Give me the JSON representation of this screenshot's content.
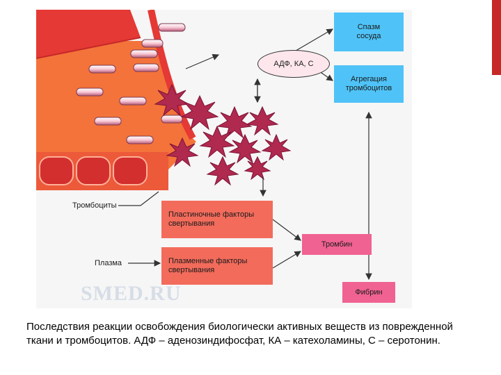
{
  "diagram": {
    "boxes": {
      "spasm": "Спазм\nсосуда",
      "aggregation": "Агрегация\nтромбоцитов",
      "plastic": "Пластиночные факторы\nсвертывания",
      "plasma_factors": "Плазменные факторы\nсвертывания",
      "thrombin": "Тромбин",
      "fibrin": "Фибрин"
    },
    "oval": "АДФ, КА, С",
    "labels": {
      "platelets": "Тромбоциты",
      "plasma": "Плазма"
    },
    "watermark": "SMED.RU"
  },
  "caption": "Последствия реакции освобождения биологически активных веществ из поврежденной ткани и тромбоцитов. АДФ – аденозиндифосфат, КА – катехоламины, С – серотонин.",
  "colors": {
    "box_blue": "#4fc3f7",
    "box_salmon": "#f26b5b",
    "box_pink": "#f06292",
    "vessel_red": "#e53935",
    "tissue_orange": "#f4733a",
    "platelet": "#b0294f",
    "accent_bar": "#c62828"
  }
}
